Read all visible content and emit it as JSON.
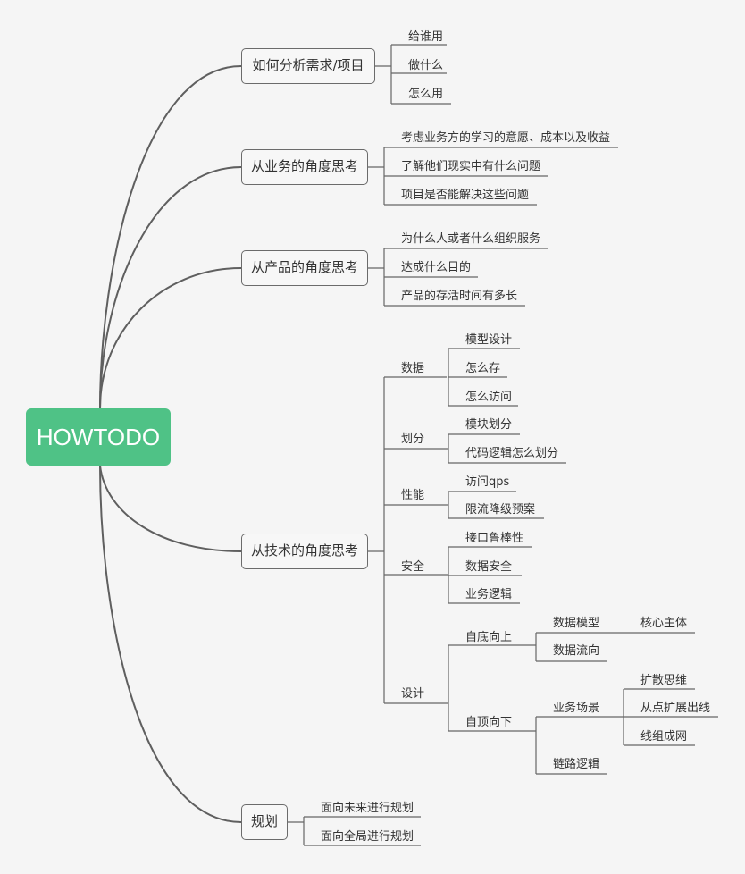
{
  "root": "HOWTODO",
  "branches": {
    "analyze": {
      "label": "如何分析需求/项目",
      "items": [
        "给谁用",
        "做什么",
        "怎么用"
      ]
    },
    "business": {
      "label": "从业务的角度思考",
      "items": [
        "考虑业务方的学习的意愿、成本以及收益",
        "了解他们现实中有什么问题",
        "项目是否能解决这些问题"
      ]
    },
    "product": {
      "label": "从产品的角度思考",
      "items": [
        "为什么人或者什么组织服务",
        "达成什么目的",
        "产品的存活时间有多长"
      ]
    },
    "tech": {
      "label": "从技术的角度思考",
      "data": {
        "label": "数据",
        "items": [
          "模型设计",
          "怎么存",
          "怎么访问"
        ]
      },
      "partition": {
        "label": "划分",
        "items": [
          "模块划分",
          "代码逻辑怎么划分"
        ]
      },
      "performance": {
        "label": "性能",
        "items": [
          "访问qps",
          "限流降级预案"
        ]
      },
      "security": {
        "label": "安全",
        "items": [
          "接口鲁棒性",
          "数据安全",
          "业务逻辑"
        ]
      },
      "design": {
        "label": "设计",
        "bottom_up": {
          "label": "自底向上",
          "data_model": {
            "label": "数据模型",
            "items": [
              "核心主体"
            ]
          },
          "data_flow": {
            "label": "数据流向"
          }
        },
        "top_down": {
          "label": "自顶向下",
          "scenario": {
            "label": "业务场景",
            "items": [
              "扩散思维",
              "从点扩展出线",
              "线组成网"
            ]
          },
          "chain": {
            "label": "链路逻辑"
          }
        }
      }
    },
    "plan": {
      "label": "规划",
      "items": [
        "面向未来进行规划",
        "面向全局进行规划"
      ]
    }
  },
  "colors": {
    "root": "#4fc286",
    "line": "#666666",
    "text": "#333333"
  }
}
